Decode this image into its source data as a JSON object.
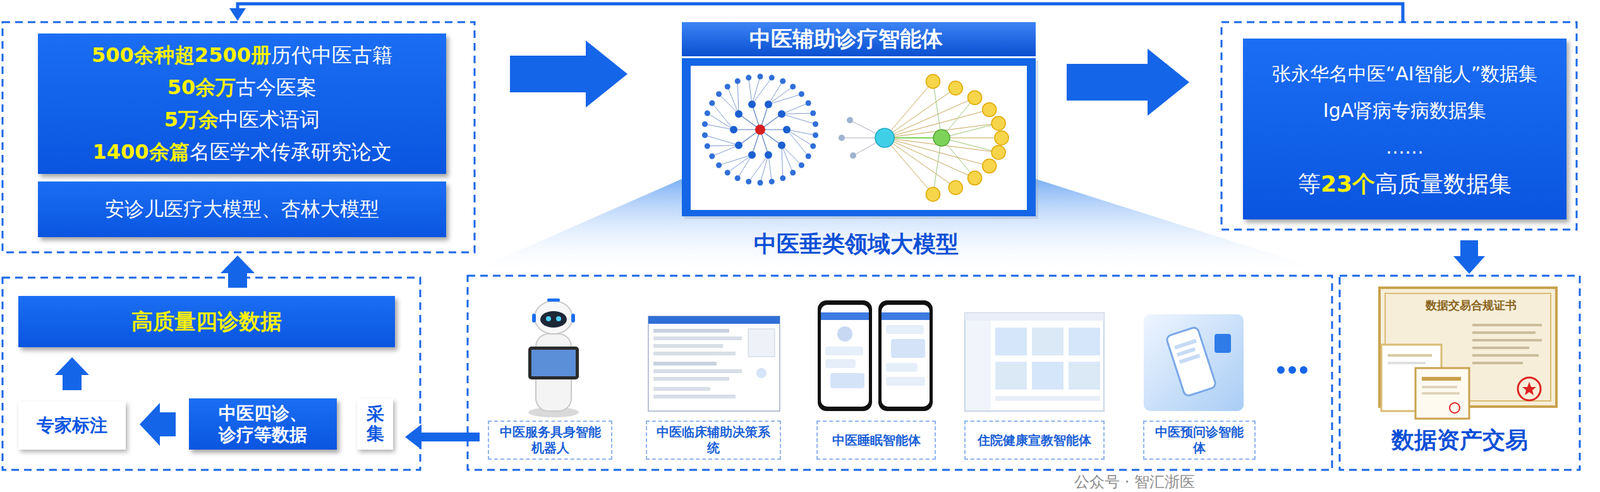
{
  "diagram": {
    "nodes": [
      {
        "text": [
          "500余种超2500册",
          "历代中医古籍",
          "50余万",
          "古今医案",
          "5万余",
          "中医术语词",
          "1400余篇",
          "名医学术传承研究论文"
        ]
      },
      {
        "text": [
          "安诊儿医疗大模型、杏林大模型"
        ]
      },
      {
        "text": [
          "中医辅助诊疗智能体"
        ]
      },
      {
        "text": [
          "张永华名中医“AI智能人”数据集",
          "IgA肾病专病数据集",
          "……",
          "等",
          "23个",
          "高质量数据集"
        ]
      },
      {
        "text": [
          "高质量四诊数据"
        ]
      },
      {
        "text": [
          "专家标注"
        ]
      },
      {
        "text": [
          "中医四诊、诊疗等数据"
        ]
      },
      {
        "text": [
          "采集"
        ]
      },
      {
        "text": [
          "中医服务具身智能机器人"
        ]
      },
      {
        "text": [
          "中医临床辅助决策系统"
        ]
      },
      {
        "text": [
          "中医睡眠智能体"
        ]
      },
      {
        "text": [
          "住院健康宣教智能体"
        ]
      },
      {
        "text": [
          "中医预问诊智能体"
        ]
      },
      {
        "text": [
          "数据资产交易"
        ]
      }
    ],
    "edges": [
      {
        "from": 0,
        "to": 2,
        "arrow": "to"
      },
      {
        "from": 2,
        "to": 3,
        "arrow": "to"
      },
      {
        "from": 3,
        "to": 13,
        "arrow": "to"
      },
      {
        "from": 3,
        "to": 0,
        "arrow": "to"
      },
      {
        "from": 8,
        "to": 7,
        "arrow": "to"
      },
      {
        "from": 6,
        "to": 5,
        "arrow": "to"
      },
      {
        "from": 5,
        "to": 4,
        "arrow": "to"
      },
      {
        "from": 4,
        "to": 1,
        "arrow": "to"
      }
    ],
    "labels": [
      "中医垂类领域大模型",
      "数据交易合规证书",
      "公众号 · 智汇浙医"
    ]
  }
}
